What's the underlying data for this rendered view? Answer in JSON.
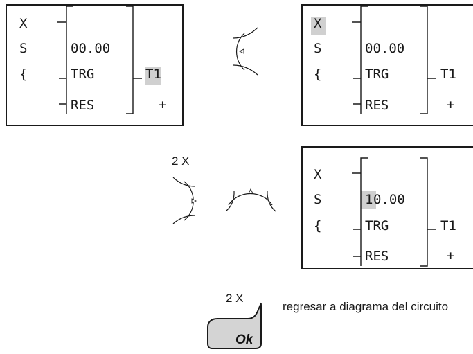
{
  "panel1": {
    "left_labels": [
      "X",
      "S",
      "{"
    ],
    "value": "00.00",
    "trg": "TRG",
    "res": "RES",
    "output": "T1",
    "plus": "+",
    "highlight": "output"
  },
  "panel2": {
    "left_labels": [
      "X",
      "S",
      "{"
    ],
    "value": "00.00",
    "trg": "TRG",
    "res": "RES",
    "output": "T1",
    "plus": "+",
    "highlight": "label-x"
  },
  "panel3": {
    "left_labels": [
      "X",
      "S",
      "{"
    ],
    "value_first_digit": "1",
    "value_rest": "0.00",
    "trg": "TRG",
    "res": "RES",
    "output": "T1",
    "plus": "+",
    "highlight": "first-digit"
  },
  "steps": {
    "step1_key": "left-arrow-key-icon",
    "step2_repeat": "2 X",
    "step2_keys": [
      "right-arrow-key-icon",
      "up-arrow-key-icon"
    ],
    "step3_repeat": "2 X",
    "step3_key_label": "Ok",
    "step3_description": "regresar a diagrama del circuito"
  },
  "colors": {
    "line": "#1a1a1a",
    "highlight": "#d0d0d0",
    "ok_key": "#d4d4d4"
  }
}
